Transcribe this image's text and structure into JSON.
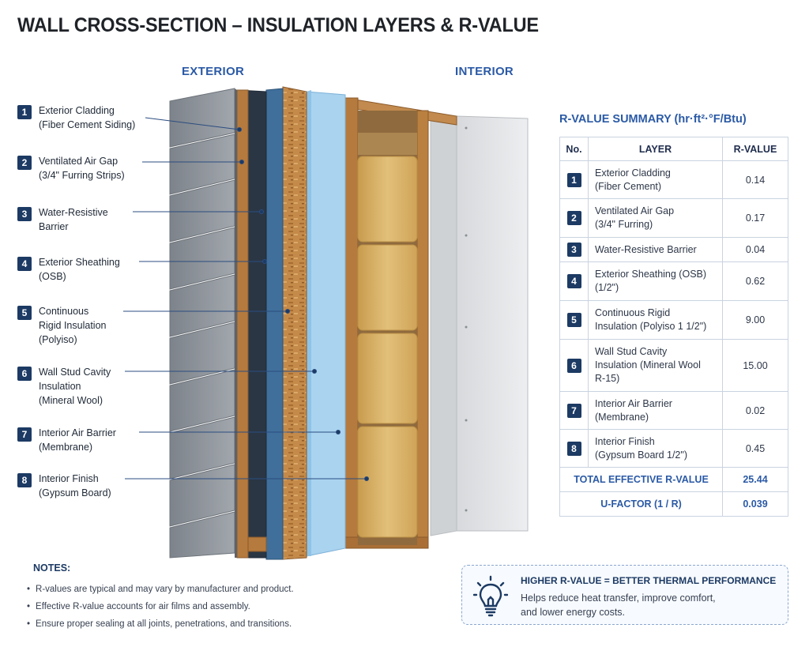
{
  "title": "WALL CROSS-SECTION – INSULATION LAYERS & R-VALUE",
  "labels": {
    "exterior": "EXTERIOR",
    "interior": "INTERIOR"
  },
  "callouts": [
    {
      "num": "1",
      "line1": "Exterior Cladding",
      "line2": "(Fiber Cement Siding)",
      "line3": ""
    },
    {
      "num": "2",
      "line1": "Ventilated Air Gap",
      "line2": "(3/4\" Furring Strips)",
      "line3": ""
    },
    {
      "num": "3",
      "line1": "Water-Resistive",
      "line2": "Barrier",
      "line3": ""
    },
    {
      "num": "4",
      "line1": "Exterior Sheathing",
      "line2": "(OSB)",
      "line3": ""
    },
    {
      "num": "5",
      "line1": "Continuous",
      "line2": "Rigid Insulation",
      "line3": "(Polyiso)"
    },
    {
      "num": "6",
      "line1": "Wall Stud Cavity",
      "line2": "Insulation",
      "line3": "(Mineral Wool)"
    },
    {
      "num": "7",
      "line1": "Interior Air Barrier",
      "line2": "(Membrane)",
      "line3": ""
    },
    {
      "num": "8",
      "line1": "Interior Finish",
      "line2": "(Gypsum Board)",
      "line3": ""
    }
  ],
  "summary": {
    "title": "R-VALUE SUMMARY (hr·ft²·°F/Btu)",
    "headers": {
      "no": "No.",
      "layer": "LAYER",
      "rvalue": "R-VALUE"
    },
    "rows": [
      {
        "num": "1",
        "line1": "Exterior Cladding",
        "line2": "(Fiber Cement)",
        "line3": "",
        "rvalue": "0.14"
      },
      {
        "num": "2",
        "line1": "Ventilated Air Gap",
        "line2": "(3/4\" Furring)",
        "line3": "",
        "rvalue": "0.17"
      },
      {
        "num": "3",
        "line1": "Water-Resistive Barrier",
        "line2": "",
        "line3": "",
        "rvalue": "0.04"
      },
      {
        "num": "4",
        "line1": "Exterior Sheathing (OSB)",
        "line2": "(1/2\")",
        "line3": "",
        "rvalue": "0.62"
      },
      {
        "num": "5",
        "line1": "Continuous Rigid",
        "line2": "Insulation (Polyiso 1 1/2\")",
        "line3": "",
        "rvalue": "9.00"
      },
      {
        "num": "6",
        "line1": "Wall Stud Cavity",
        "line2": "Insulation (Mineral Wool",
        "line3": "R-15)",
        "rvalue": "15.00"
      },
      {
        "num": "7",
        "line1": "Interior Air Barrier",
        "line2": "(Membrane)",
        "line3": "",
        "rvalue": "0.02"
      },
      {
        "num": "8",
        "line1": "Interior Finish",
        "line2": "(Gypsum Board 1/2\")",
        "line3": "",
        "rvalue": "0.45"
      }
    ],
    "total_label": "TOTAL EFFECTIVE R-VALUE",
    "total_value": "25.44",
    "ufactor_label": "U-FACTOR (1 / R)",
    "ufactor_value": "0.039"
  },
  "notes": {
    "title": "NOTES:",
    "items": [
      "R-values are typical and may vary by manufacturer and product.",
      "Effective R-value accounts for air films and assembly.",
      "Ensure proper sealing at all joints, penetrations, and transitions."
    ]
  },
  "tip": {
    "icon": "lightbulb-icon",
    "heading": "HIGHER R-VALUE = BETTER THERMAL PERFORMANCE",
    "line1": "Helps reduce heat transfer, improve comfort,",
    "line2": "and lower energy costs."
  },
  "colors": {
    "accent": "#2b5aa6",
    "badge": "#1c3a63",
    "siding": "#8e949b",
    "wood": "#b57a3d",
    "osb": "#c89050",
    "rigid_insulation": "#a9d3ef",
    "mineral_wool": "#d8b46a",
    "gypsum": "#e3e5e7"
  }
}
